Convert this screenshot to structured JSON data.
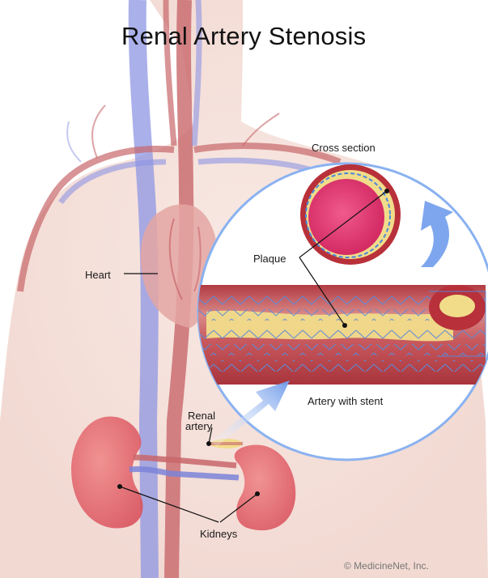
{
  "title": "Renal Artery Stenosis",
  "labels": {
    "cross_section": "Cross section",
    "plaque": "Plaque",
    "heart": "Heart",
    "renal_artery_line1": "Renal",
    "renal_artery_line2": "artery",
    "artery_with_stent": "Artery with stent",
    "kidneys": "Kidneys"
  },
  "copyright": "© MedicineNet, Inc.",
  "colors": {
    "skin": "#f6e4df",
    "artery_red": "#c4474b",
    "vein_blue": "#7a86d8",
    "kidney": "#e0606a",
    "plaque": "#f1dc8a",
    "lumen_pink": "#e2336e",
    "stent": "#3f7fd6",
    "arrow_blue": "#7ea6ee",
    "circle_outline": "#8ab2f0"
  }
}
